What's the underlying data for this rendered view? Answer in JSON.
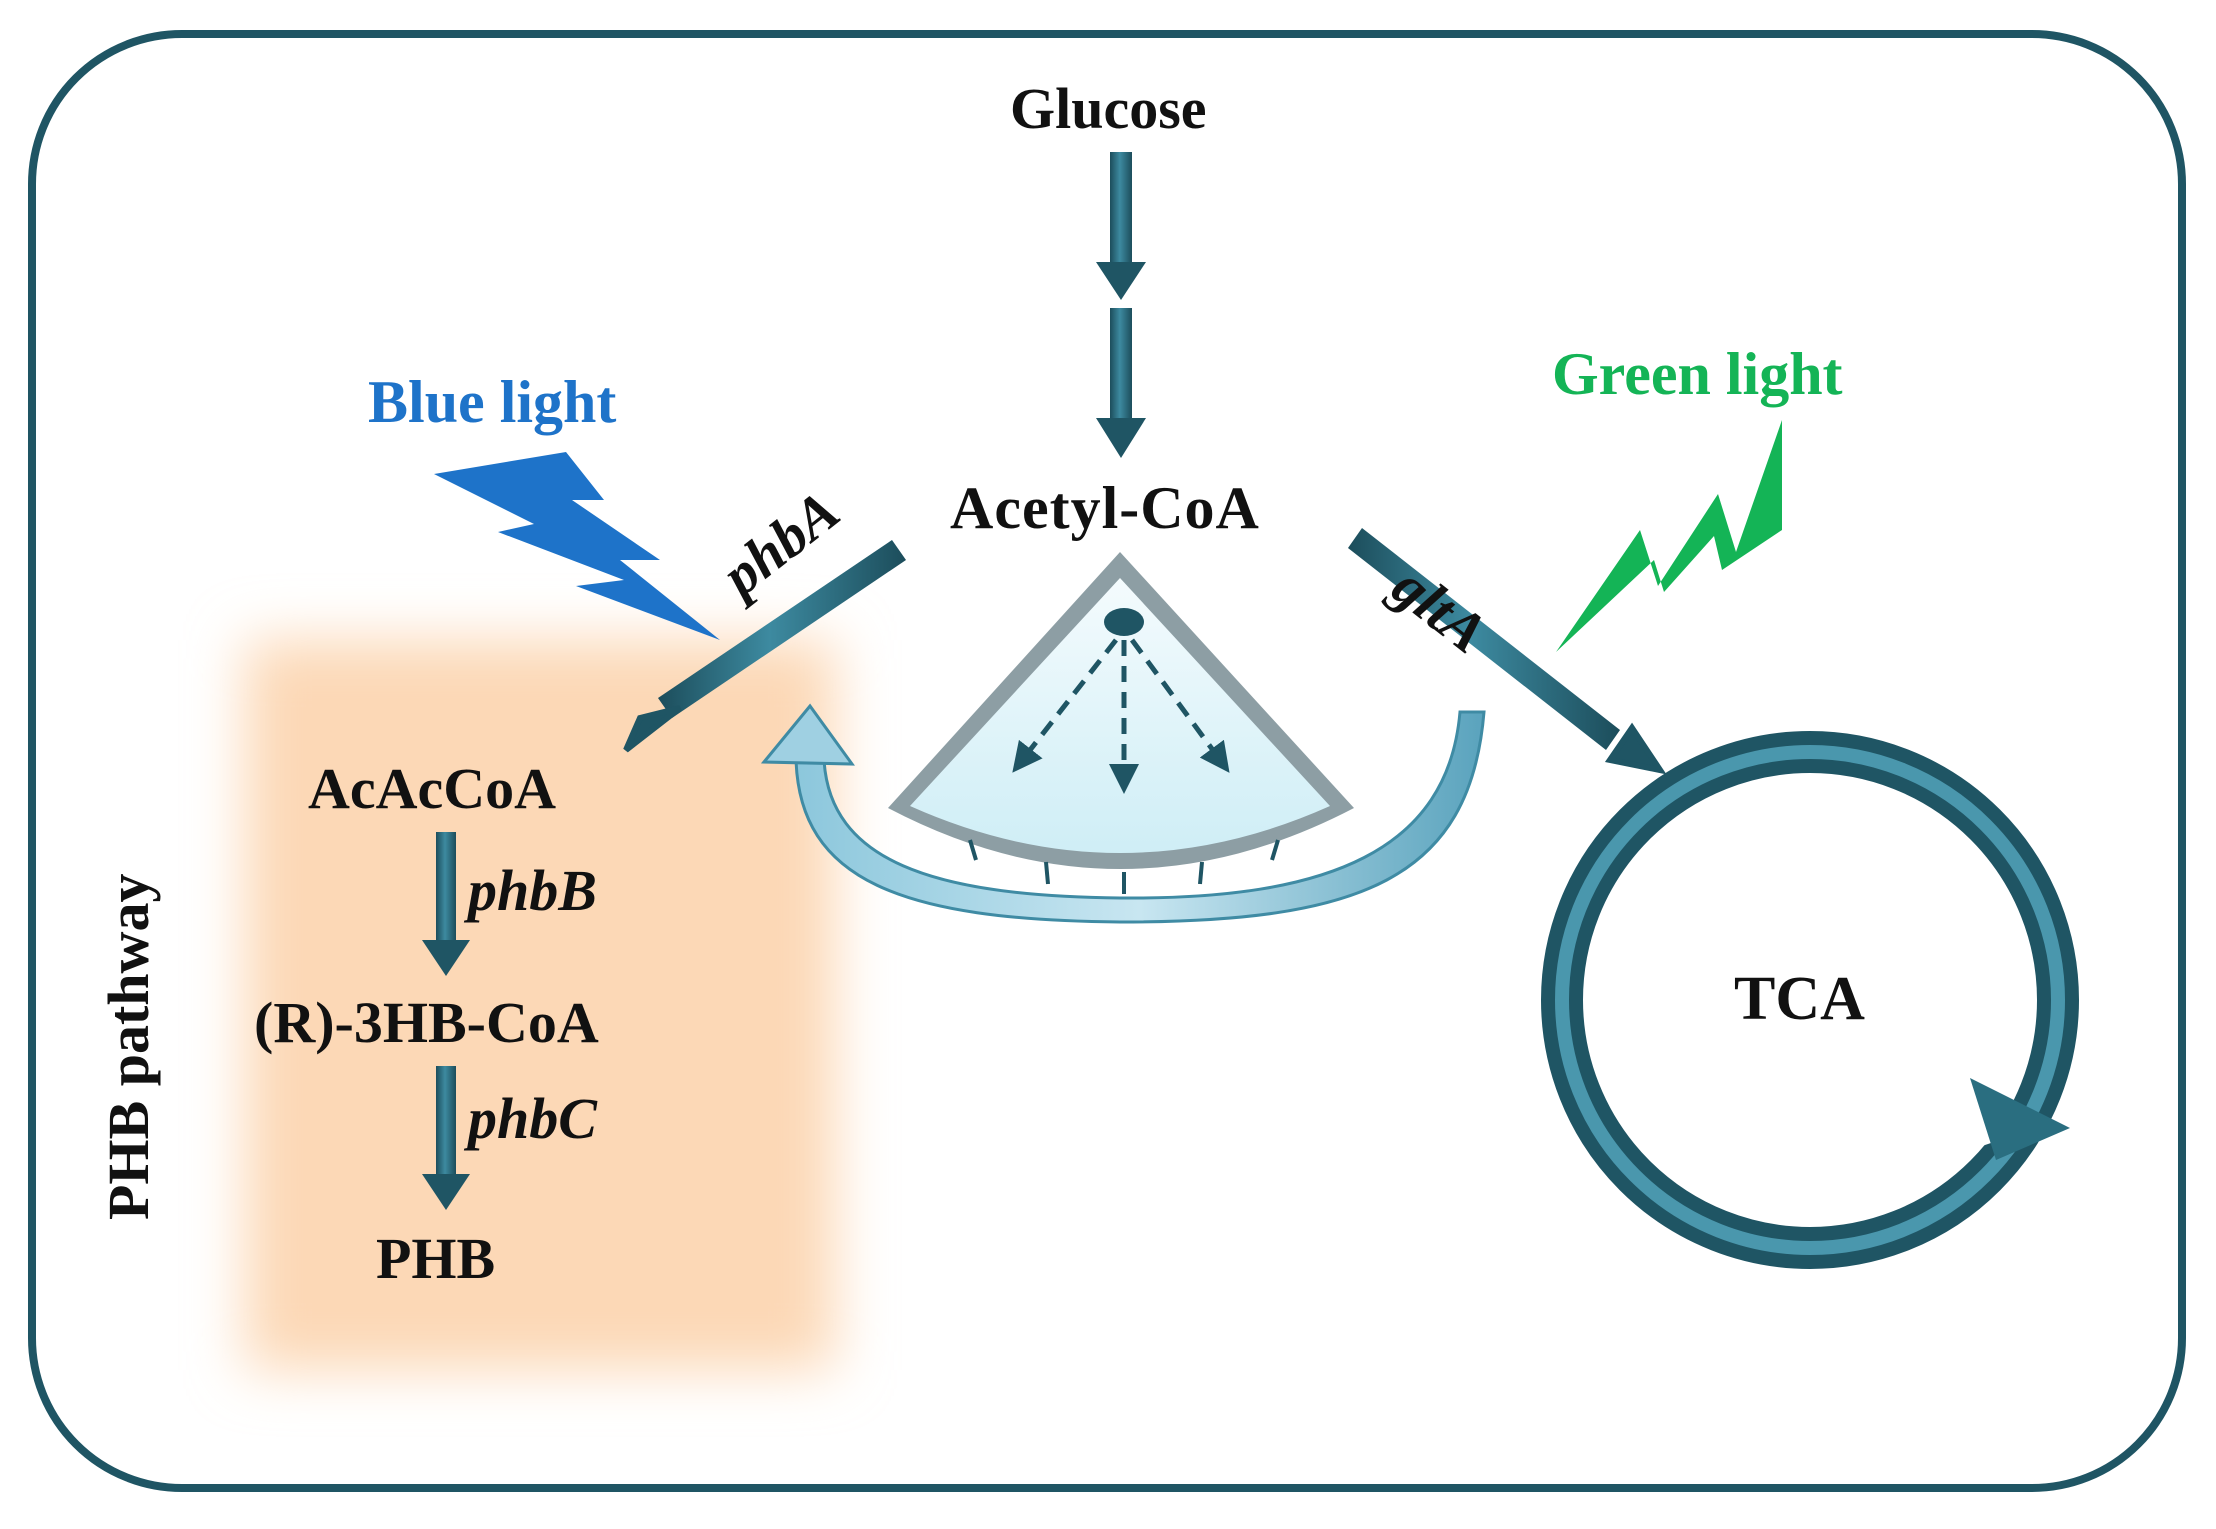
{
  "nodes": {
    "glucose": "Glucose",
    "acetyl_coa": "Acetyl-CoA",
    "acaccoa": "AcAcCoA",
    "r3hb_coa": "(R)-3HB-CoA",
    "phb": "PHB",
    "tca": "TCA"
  },
  "genes": {
    "phba": "phbA",
    "phbb": "phbB",
    "phbc": "phbC",
    "glta": "gltA"
  },
  "lights": {
    "blue": "Blue light",
    "green": "Green light"
  },
  "pathway_label": "PHB pathway",
  "colors": {
    "frame": "#1f5564",
    "arrow": "#2a6e80",
    "blue_light": "#1e73c9",
    "green_light": "#14b456",
    "phb_zone": "#fcd8b6",
    "gauge_fill": "#dff3f8"
  }
}
